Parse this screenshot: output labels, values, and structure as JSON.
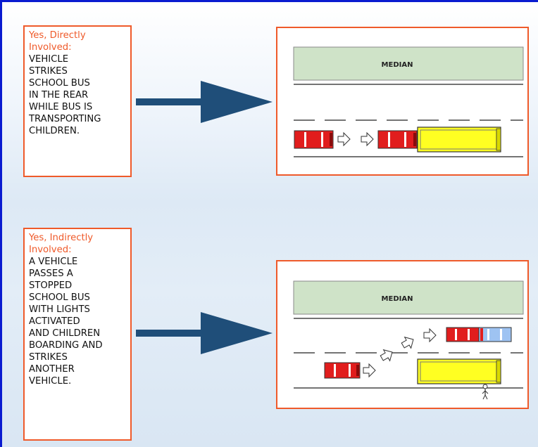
{
  "panels": [
    {
      "heading": [
        "Yes, Directly",
        "Involved:"
      ],
      "body": [
        "VEHICLE",
        "STRIKES",
        "SCHOOL BUS",
        "IN THE REAR",
        "WHILE BUS IS",
        "TRANSPORTING",
        "CHILDREN."
      ],
      "median_label": "MEDIAN"
    },
    {
      "heading": [
        "Yes, Indirectly",
        "Involved:"
      ],
      "body": [
        "A VEHICLE",
        "PASSES A",
        "STOPPED",
        "SCHOOL BUS",
        "WITH LIGHTS",
        "ACTIVATED",
        "AND CHILDREN",
        "BOARDING AND",
        "STRIKES",
        "ANOTHER",
        "VEHICLE."
      ],
      "median_label": "MEDIAN"
    }
  ],
  "colors": {
    "frame_border": "#0a1bd0",
    "box_border": "#ef5a2a",
    "heading_text": "#ef5a2a",
    "arrow": "#1f4e79",
    "median_fill": "#cfe3c8",
    "car": "#e11d1d",
    "bus": "#ffff22",
    "police_car": "#9ec3f2"
  },
  "icons": [
    "right-arrow-icon",
    "hollow-arrow-icon",
    "car-icon",
    "school-bus-icon",
    "police-car-icon",
    "child-icon"
  ]
}
